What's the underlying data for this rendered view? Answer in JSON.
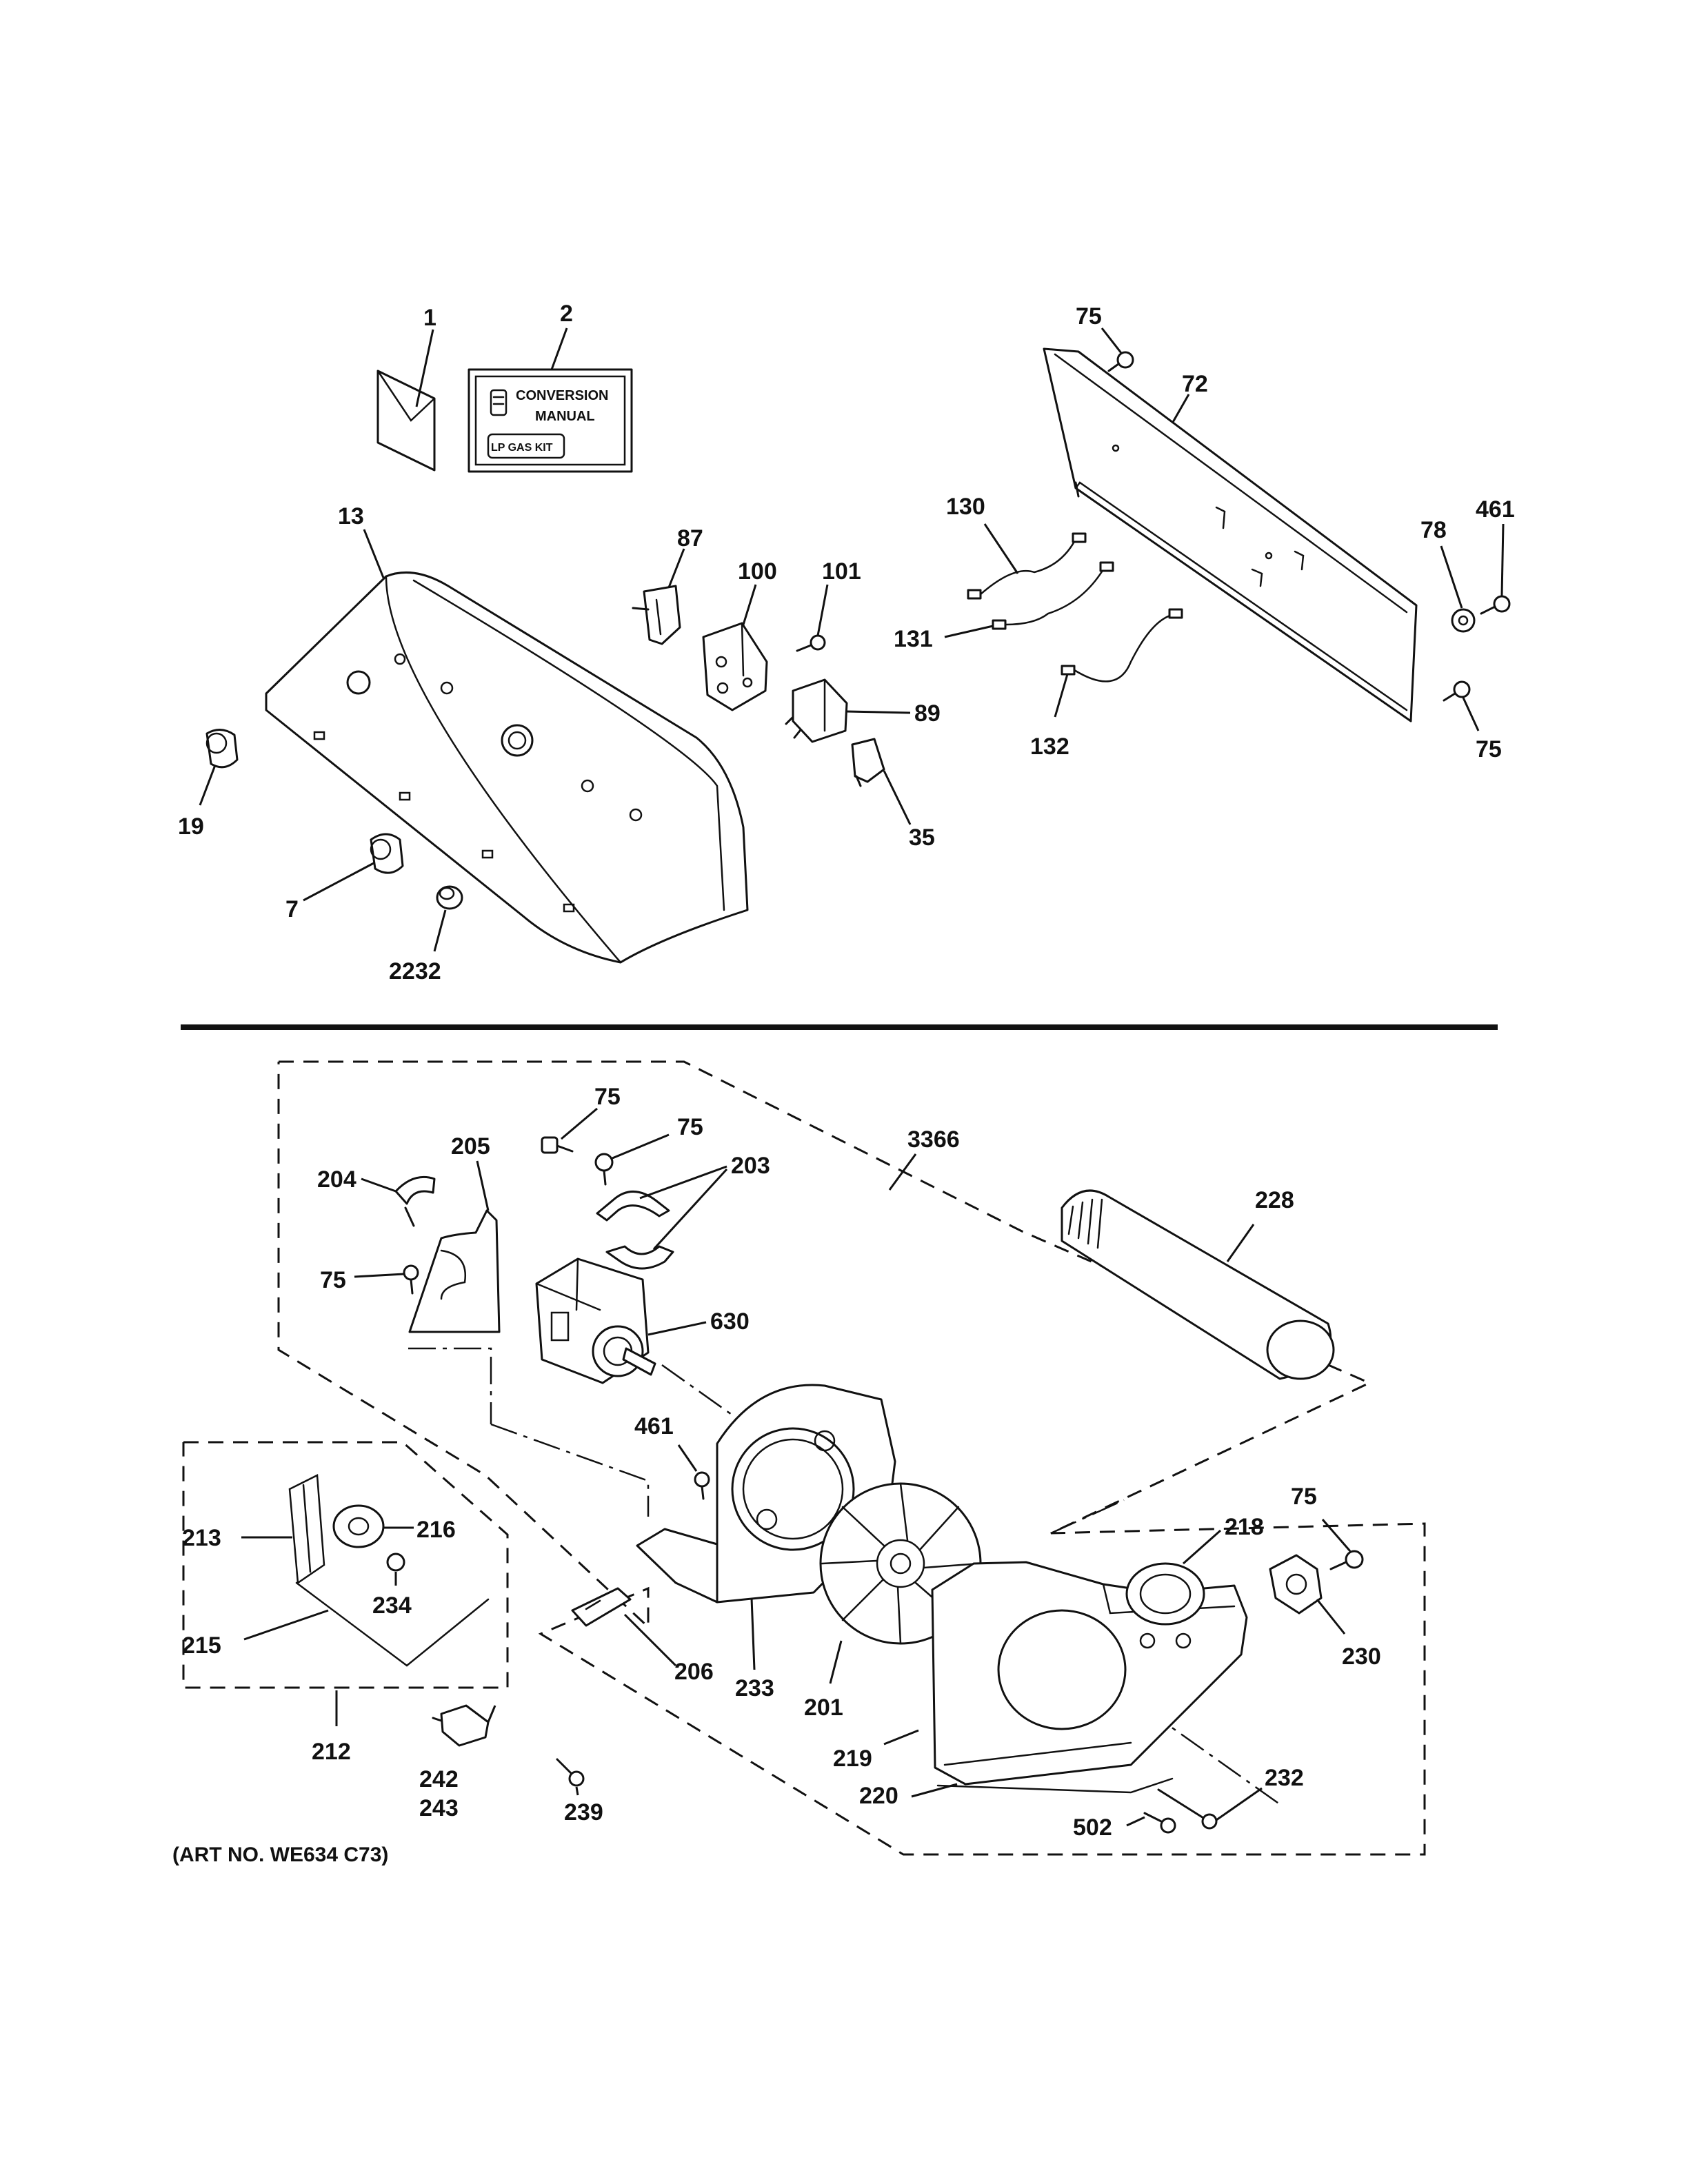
{
  "labels": {
    "l1": "1",
    "l2": "2",
    "l13": "13",
    "l19": "19",
    "l7": "7",
    "l2232": "2232",
    "l87": "87",
    "l100": "100",
    "l101": "101",
    "l89": "89",
    "l35": "35",
    "l130": "130",
    "l131": "131",
    "l132": "132",
    "l75a": "75",
    "l72": "72",
    "l78": "78",
    "l461a": "461",
    "l75b": "75",
    "l75c": "75",
    "l75d": "75",
    "l203": "203",
    "l3366": "3366",
    "l205": "205",
    "l204": "204",
    "l75e": "75",
    "l228": "228",
    "l630": "630",
    "l461b": "461",
    "l213": "213",
    "l216": "216",
    "l234": "234",
    "l215": "215",
    "l212": "212",
    "l242": "242",
    "l243": "243",
    "l239": "239",
    "l206": "206",
    "l233": "233",
    "l201": "201",
    "l219": "219",
    "l220": "220",
    "l502": "502",
    "l232": "232",
    "l218": "218",
    "l75f": "75",
    "l230": "230"
  },
  "manual": {
    "title1": "CONVERSION",
    "title2": "MANUAL",
    "kit": "LP GAS KIT"
  },
  "caption": "(ART NO. WE634 C73)"
}
